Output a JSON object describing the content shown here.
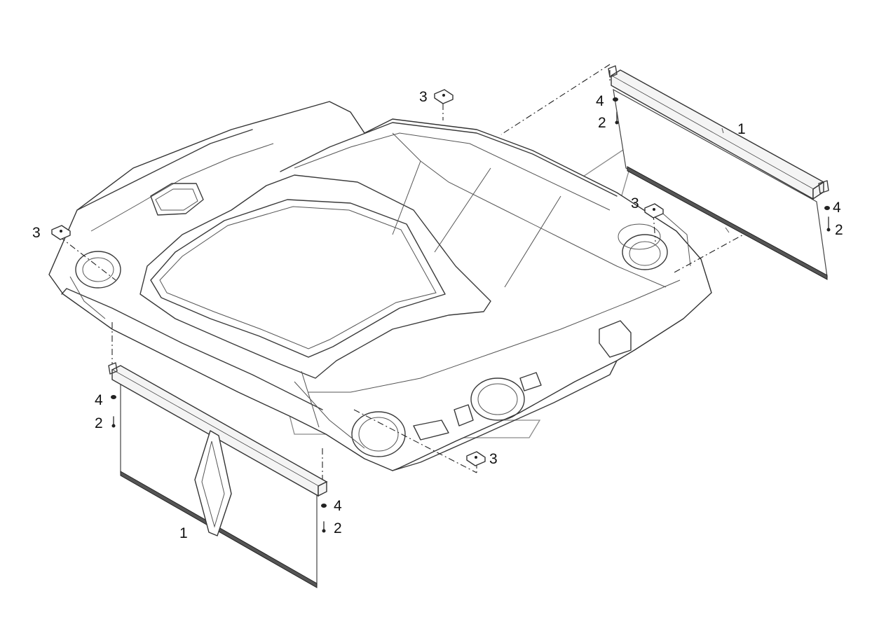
{
  "diagram": {
    "callouts": [
      {
        "id": "right-shade-1",
        "text": "1"
      },
      {
        "id": "right-shade-upper-4",
        "text": "4"
      },
      {
        "id": "right-shade-upper-2",
        "text": "2"
      },
      {
        "id": "right-shade-lower-4",
        "text": "4"
      },
      {
        "id": "right-shade-lower-2",
        "text": "2"
      },
      {
        "id": "left-shade-1",
        "text": "1"
      },
      {
        "id": "left-shade-upper-4",
        "text": "4"
      },
      {
        "id": "left-shade-upper-2",
        "text": "2"
      },
      {
        "id": "left-shade-lower-4",
        "text": "4"
      },
      {
        "id": "left-shade-lower-2",
        "text": "2"
      },
      {
        "id": "clip-top-3",
        "text": "3"
      },
      {
        "id": "clip-left-3",
        "text": "3"
      },
      {
        "id": "clip-right-3",
        "text": "3"
      },
      {
        "id": "clip-bottom-3",
        "text": "3"
      }
    ]
  }
}
